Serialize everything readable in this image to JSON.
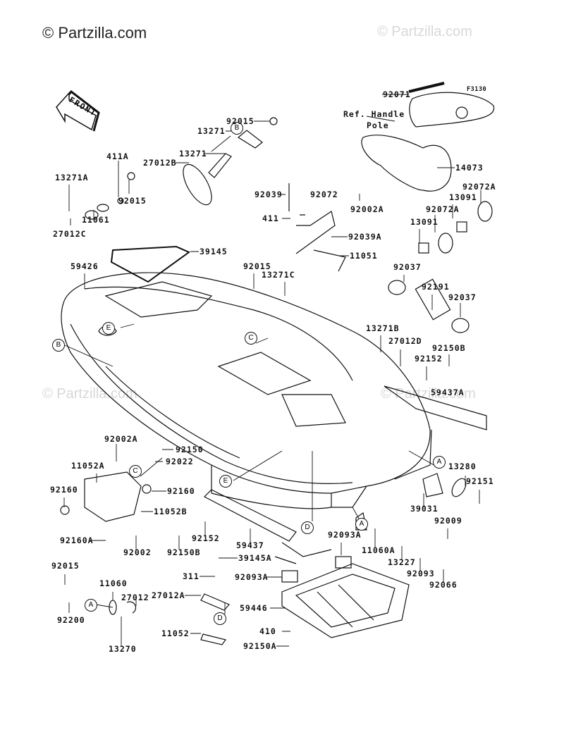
{
  "brand": "© Partzilla.com",
  "watermark": "© Partzilla.com",
  "front_arrow": "FRONT",
  "figure_code": "F3130",
  "ref_note": {
    "line1": "Ref. Handle",
    "line2": "Pole"
  },
  "callouts": [
    "A",
    "B",
    "C",
    "D",
    "E"
  ],
  "parts": [
    "92015",
    "13271",
    "13271",
    "27012B",
    "411A",
    "13271A",
    "92015",
    "11061",
    "27012C",
    "92039",
    "92072",
    "411",
    "92039A",
    "11051",
    "39145",
    "59426",
    "92015",
    "13271C",
    "92071",
    "14073",
    "92002A",
    "92072A",
    "13091",
    "92072A",
    "13091",
    "92037",
    "92191",
    "92037",
    "13271B",
    "27012D",
    "92150B",
    "92152",
    "59437A",
    "92002A",
    "92150",
    "92022",
    "11052A",
    "92160",
    "92160",
    "11052B",
    "92160A",
    "92002",
    "92150B",
    "92152",
    "59437",
    "39145A",
    "92093A",
    "11060A",
    "13280",
    "92151",
    "39031",
    "92009",
    "13227",
    "92093",
    "92066",
    "92015",
    "11060",
    "27012",
    "27012A",
    "311",
    "92093A",
    "59446",
    "92200",
    "410",
    "11052",
    "92150A",
    "13270"
  ]
}
